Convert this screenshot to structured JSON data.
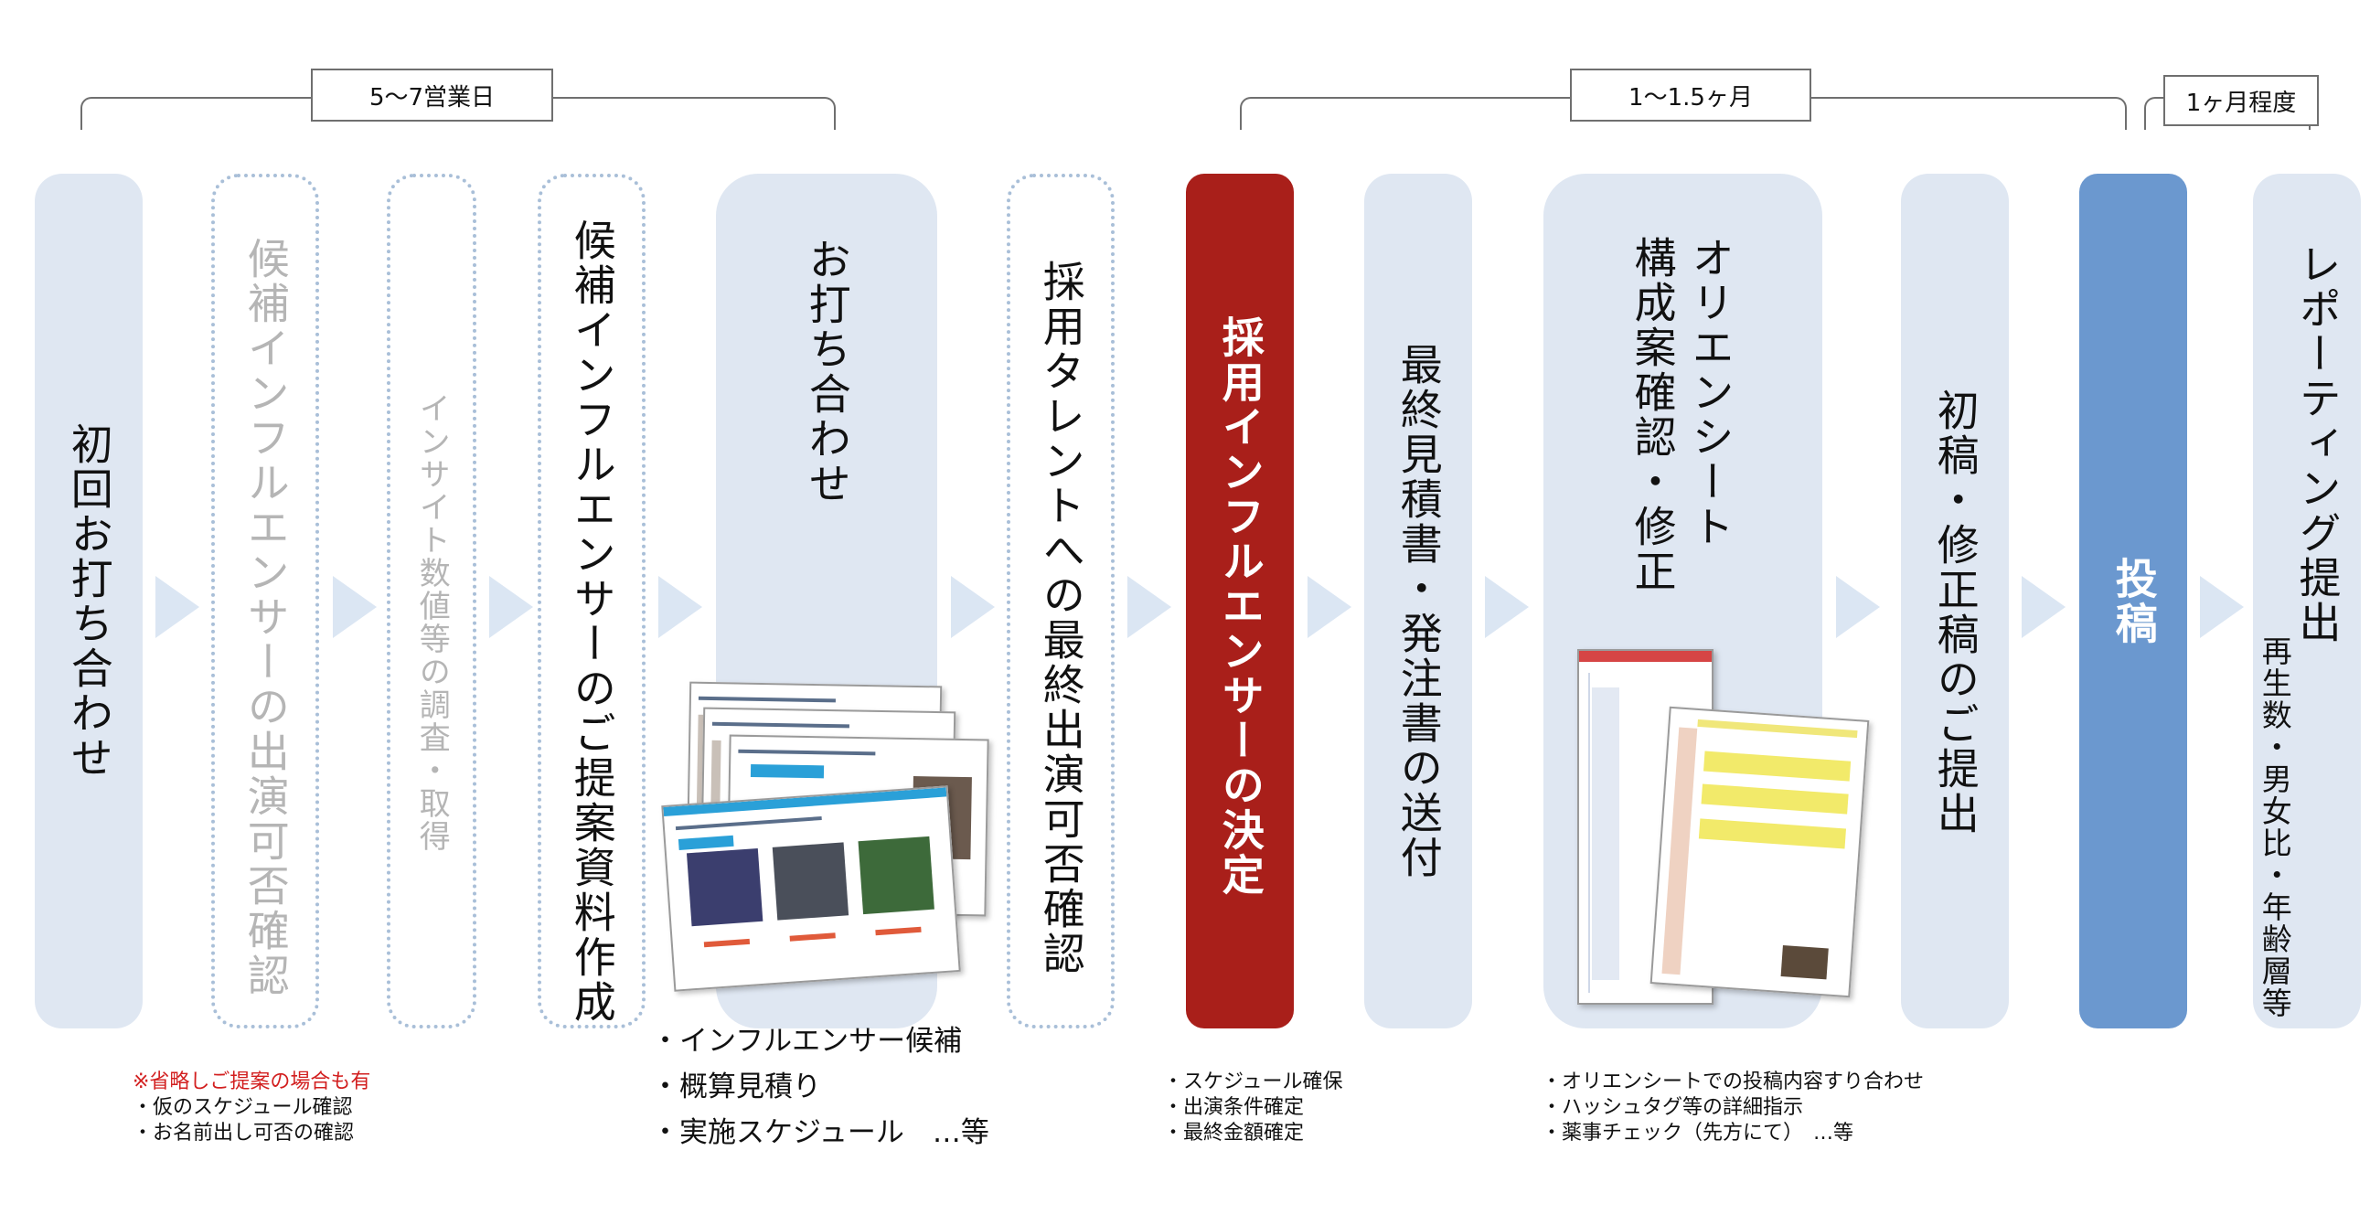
{
  "periods": [
    {
      "id": "p1",
      "label": "5〜7営業日"
    },
    {
      "id": "p2",
      "label": "1〜1.5ヶ月"
    },
    {
      "id": "p3",
      "label": "1ヶ月程度"
    }
  ],
  "steps": [
    {
      "id": "s1",
      "label": "初回お打ち合わせ",
      "style": "solid"
    },
    {
      "id": "s2",
      "label": "候補インフルエンサーの出演可否確認",
      "style": "dotted-muted"
    },
    {
      "id": "s3",
      "label": "インサイト数値等の調査・取得",
      "style": "dotted-muted"
    },
    {
      "id": "s4",
      "label": "候補インフルエンサーのご提案資料作成",
      "style": "dotted"
    },
    {
      "id": "s5",
      "label": "お打ち合わせ",
      "style": "solid"
    },
    {
      "id": "s6",
      "label": "採用タレントへの最終出演可否確認",
      "style": "dotted"
    },
    {
      "id": "s7",
      "label": "採用インフルエンサーの決定",
      "style": "highlight-red"
    },
    {
      "id": "s8",
      "label": "最終見積書・発注書の送付",
      "style": "solid"
    },
    {
      "id": "s9",
      "label_col1": "オリエンシート",
      "label_col2": "構成案確認・修正",
      "style": "solid"
    },
    {
      "id": "s10",
      "label": "初稿・修正稿のご提出",
      "style": "solid"
    },
    {
      "id": "s11",
      "label": "投稿",
      "style": "highlight-blue"
    },
    {
      "id": "s12",
      "label": "レポーティング提出",
      "sub": "再生数・男女比・年齢層等",
      "style": "solid"
    }
  ],
  "notes": {
    "omission": {
      "headline": "※省略しご提案の場合も有",
      "items": [
        "・仮のスケジュール確認",
        "・お名前出し可否の確認"
      ]
    },
    "proposal": {
      "items": [
        "・インフルエンサー候補",
        "・概算見積り",
        "・実施スケジュール　…等"
      ]
    },
    "decision": {
      "items": [
        "・スケジュール確保",
        "・出演条件確定",
        "・最終金額確定"
      ]
    },
    "orientation": {
      "items": [
        "・オリエンシートでの投稿内容すり合わせ",
        "・ハッシュタグ等の詳細指示",
        "・薬事チェック（先方にて）　…等"
      ]
    }
  },
  "colors": {
    "step_fill": "#dfe7f2",
    "dotted_border": "#a9bfd8",
    "decision_red": "#a91f1a",
    "post_blue": "#6b98cf",
    "note_red": "#d21f1f",
    "muted_text": "#b5b5b5"
  }
}
